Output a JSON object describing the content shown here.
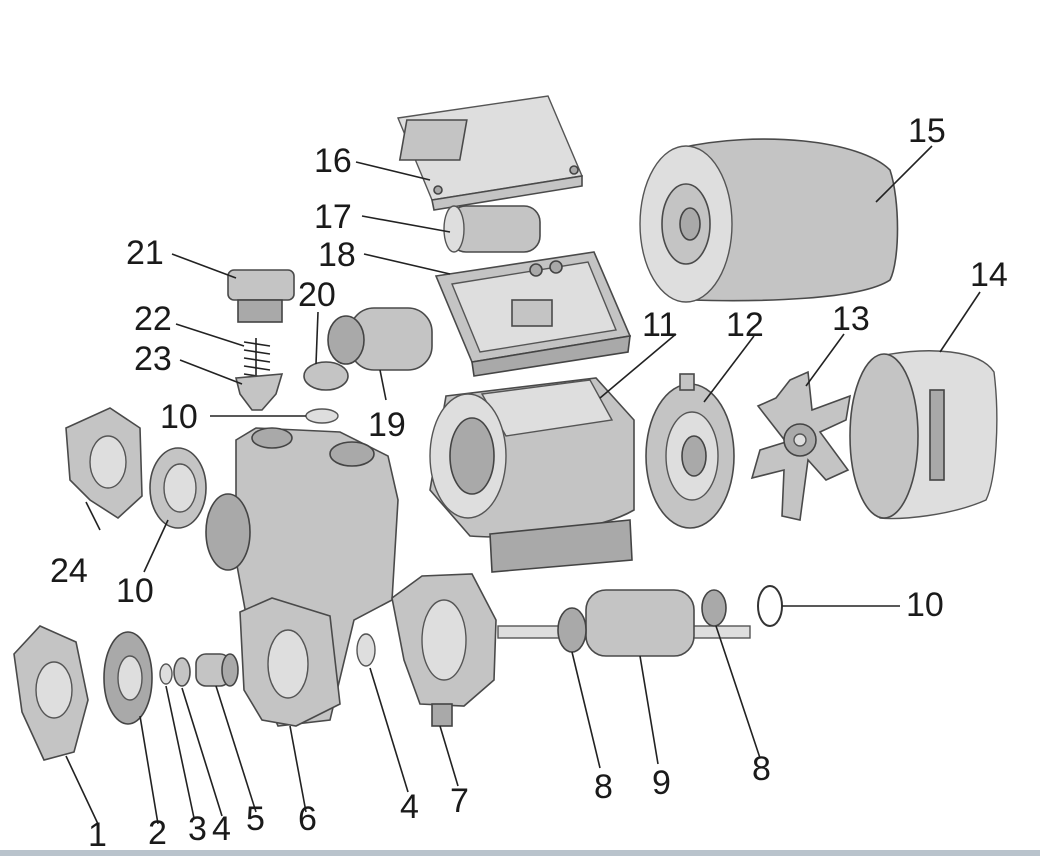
{
  "callouts": [
    {
      "id": "c1",
      "text": "1"
    },
    {
      "id": "c2",
      "text": "2"
    },
    {
      "id": "c3",
      "text": "3"
    },
    {
      "id": "c4a",
      "text": "4"
    },
    {
      "id": "c5",
      "text": "5"
    },
    {
      "id": "c6",
      "text": "6"
    },
    {
      "id": "c4b",
      "text": "4"
    },
    {
      "id": "c7",
      "text": "7"
    },
    {
      "id": "c8a",
      "text": "8"
    },
    {
      "id": "c9",
      "text": "9"
    },
    {
      "id": "c8b",
      "text": "8"
    },
    {
      "id": "c10a",
      "text": "10"
    },
    {
      "id": "c10b",
      "text": "10"
    },
    {
      "id": "c10c",
      "text": "10"
    },
    {
      "id": "c11",
      "text": "11"
    },
    {
      "id": "c12",
      "text": "12"
    },
    {
      "id": "c13",
      "text": "13"
    },
    {
      "id": "c14",
      "text": "14"
    },
    {
      "id": "c15",
      "text": "15"
    },
    {
      "id": "c16",
      "text": "16"
    },
    {
      "id": "c17",
      "text": "17"
    },
    {
      "id": "c18",
      "text": "18"
    },
    {
      "id": "c19",
      "text": "19"
    },
    {
      "id": "c20",
      "text": "20"
    },
    {
      "id": "c21",
      "text": "21"
    },
    {
      "id": "c22",
      "text": "22"
    },
    {
      "id": "c23",
      "text": "23"
    },
    {
      "id": "c24",
      "text": "24"
    }
  ]
}
